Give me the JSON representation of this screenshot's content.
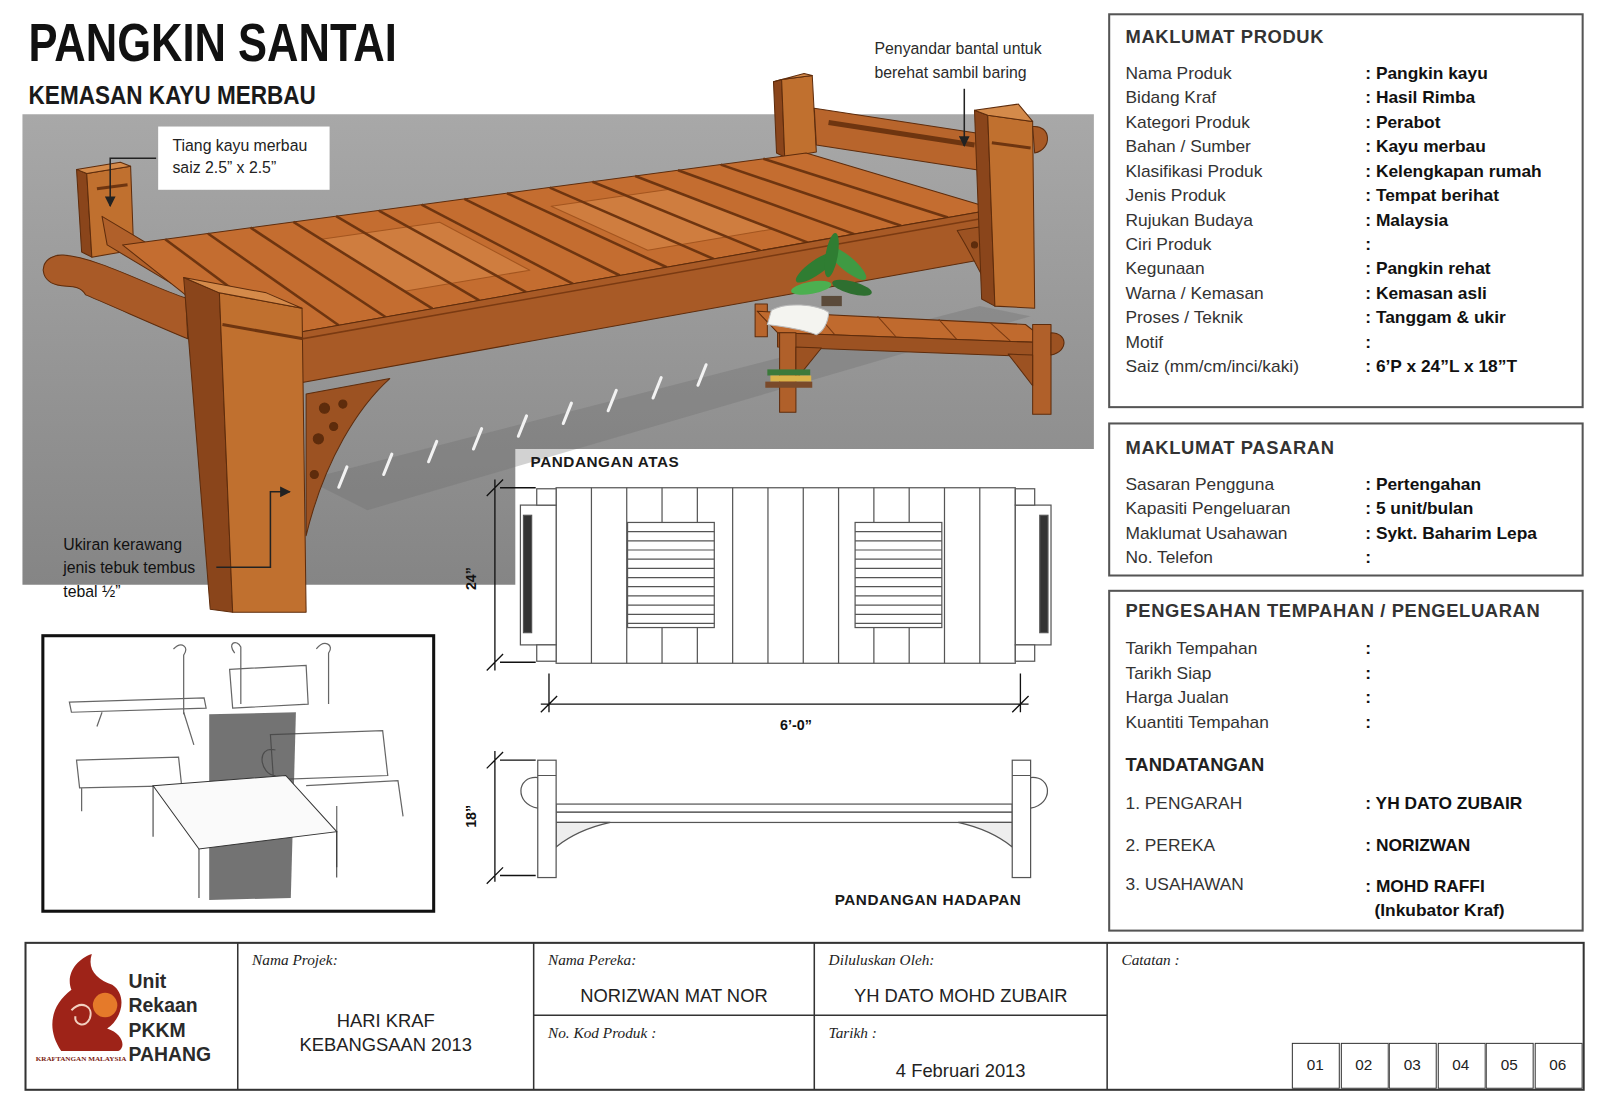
{
  "diagram": {
    "title": "PANGKIN SANTAI",
    "nodes": [
      {
        "text": [
          "Tiang kayu merbau saiz 2.5” x 2.5”"
        ]
      },
      {
        "text": [
          "MAKLUMAT PRODUK",
          "Nama Produk",
          ": Pangkin kayu",
          "Bidang Kraf",
          ": Hasil Rimba",
          "Kategori Produk",
          ": Perabot",
          "Bahan / Sumber",
          ": Kayu merbau",
          "Klasifikasi Produk",
          ": Kelengkapan rumah",
          "Jenis Produk",
          ": Tempat berihat",
          "Rujukan Budaya",
          ": Malaysia",
          "Ciri Produk",
          ":",
          "Kegunaan",
          ": Pangkin rehat",
          "Warna / Kemasan",
          ": Kemasan asli",
          "Proses / Teknik",
          ": Tanggam & ukir",
          "Motif",
          ":",
          "Saiz (mm/cm/inci/kaki)",
          ": 6’P x 24”L x 18”T"
        ]
      },
      {
        "text": [
          "MAKLUMAT PASARAN",
          "Sasaran Pengguna",
          ": Pertengahan",
          "Kapasiti Pengeluaran",
          ": 5 unit/bulan",
          "Maklumat Usahawan",
          ": Sykt. Baharim Lepa",
          "No. Telefon",
          ":"
        ]
      },
      {
        "text": [
          "PENGESAHAN TEMPAHAN / PENGELUARAN",
          "Tarikh Tempahan",
          ":",
          "Tarikh Siap",
          ":",
          "Harga Jualan",
          ":",
          "Kuantiti Tempahan",
          ":",
          "TANDATANGAN",
          "1. PENGARAH",
          ": YH DATO ZUBAIR",
          "2. PEREKA",
          ": NORIZWAN",
          "3. USAHAWAN",
          ": MOHD RAFFI (Inkubator Kraf)"
        ]
      },
      {
        "text": [
          "Unit Rekaan PKKM PAHANG",
          "KRAFTANGAN MALAYSIA"
        ]
      },
      {
        "text": [
          "Nama Projek:",
          "HARI KRAF KEBANGSAAN 2013"
        ]
      },
      {
        "text": [
          "Nama Pereka:",
          "NORIZWAN MAT NOR"
        ]
      },
      {
        "text": [
          "No. Kod Produk :"
        ]
      },
      {
        "text": [
          "Diluluskan Oleh:",
          "YH DATO MOHD ZUBAIR"
        ]
      },
      {
        "text": [
          "Tarikh :",
          "4 Februari 2013"
        ]
      },
      {
        "text": [
          "Catatan :"
        ]
      },
      {
        "text": [
          "01"
        ],
        "in": 10
      },
      {
        "text": [
          "02"
        ],
        "in": 10
      },
      {
        "text": [
          "03"
        ],
        "in": 10
      },
      {
        "text": [
          "04"
        ],
        "in": 10
      },
      {
        "text": [
          "05"
        ],
        "in": 10
      },
      {
        "text": [
          "06"
        ],
        "in": 10
      }
    ],
    "labels": [
      "KEMASAN KAYU MERBAU",
      "Penyandar bantal untuk berehat sambil baring",
      "Ukiran kerawang jenis tebuk tembus tebal ½”",
      "PANDANGAN ATAS",
      "24”",
      "6’-0”",
      "18”",
      "PANDANGAN HADAPAN"
    ]
  }
}
